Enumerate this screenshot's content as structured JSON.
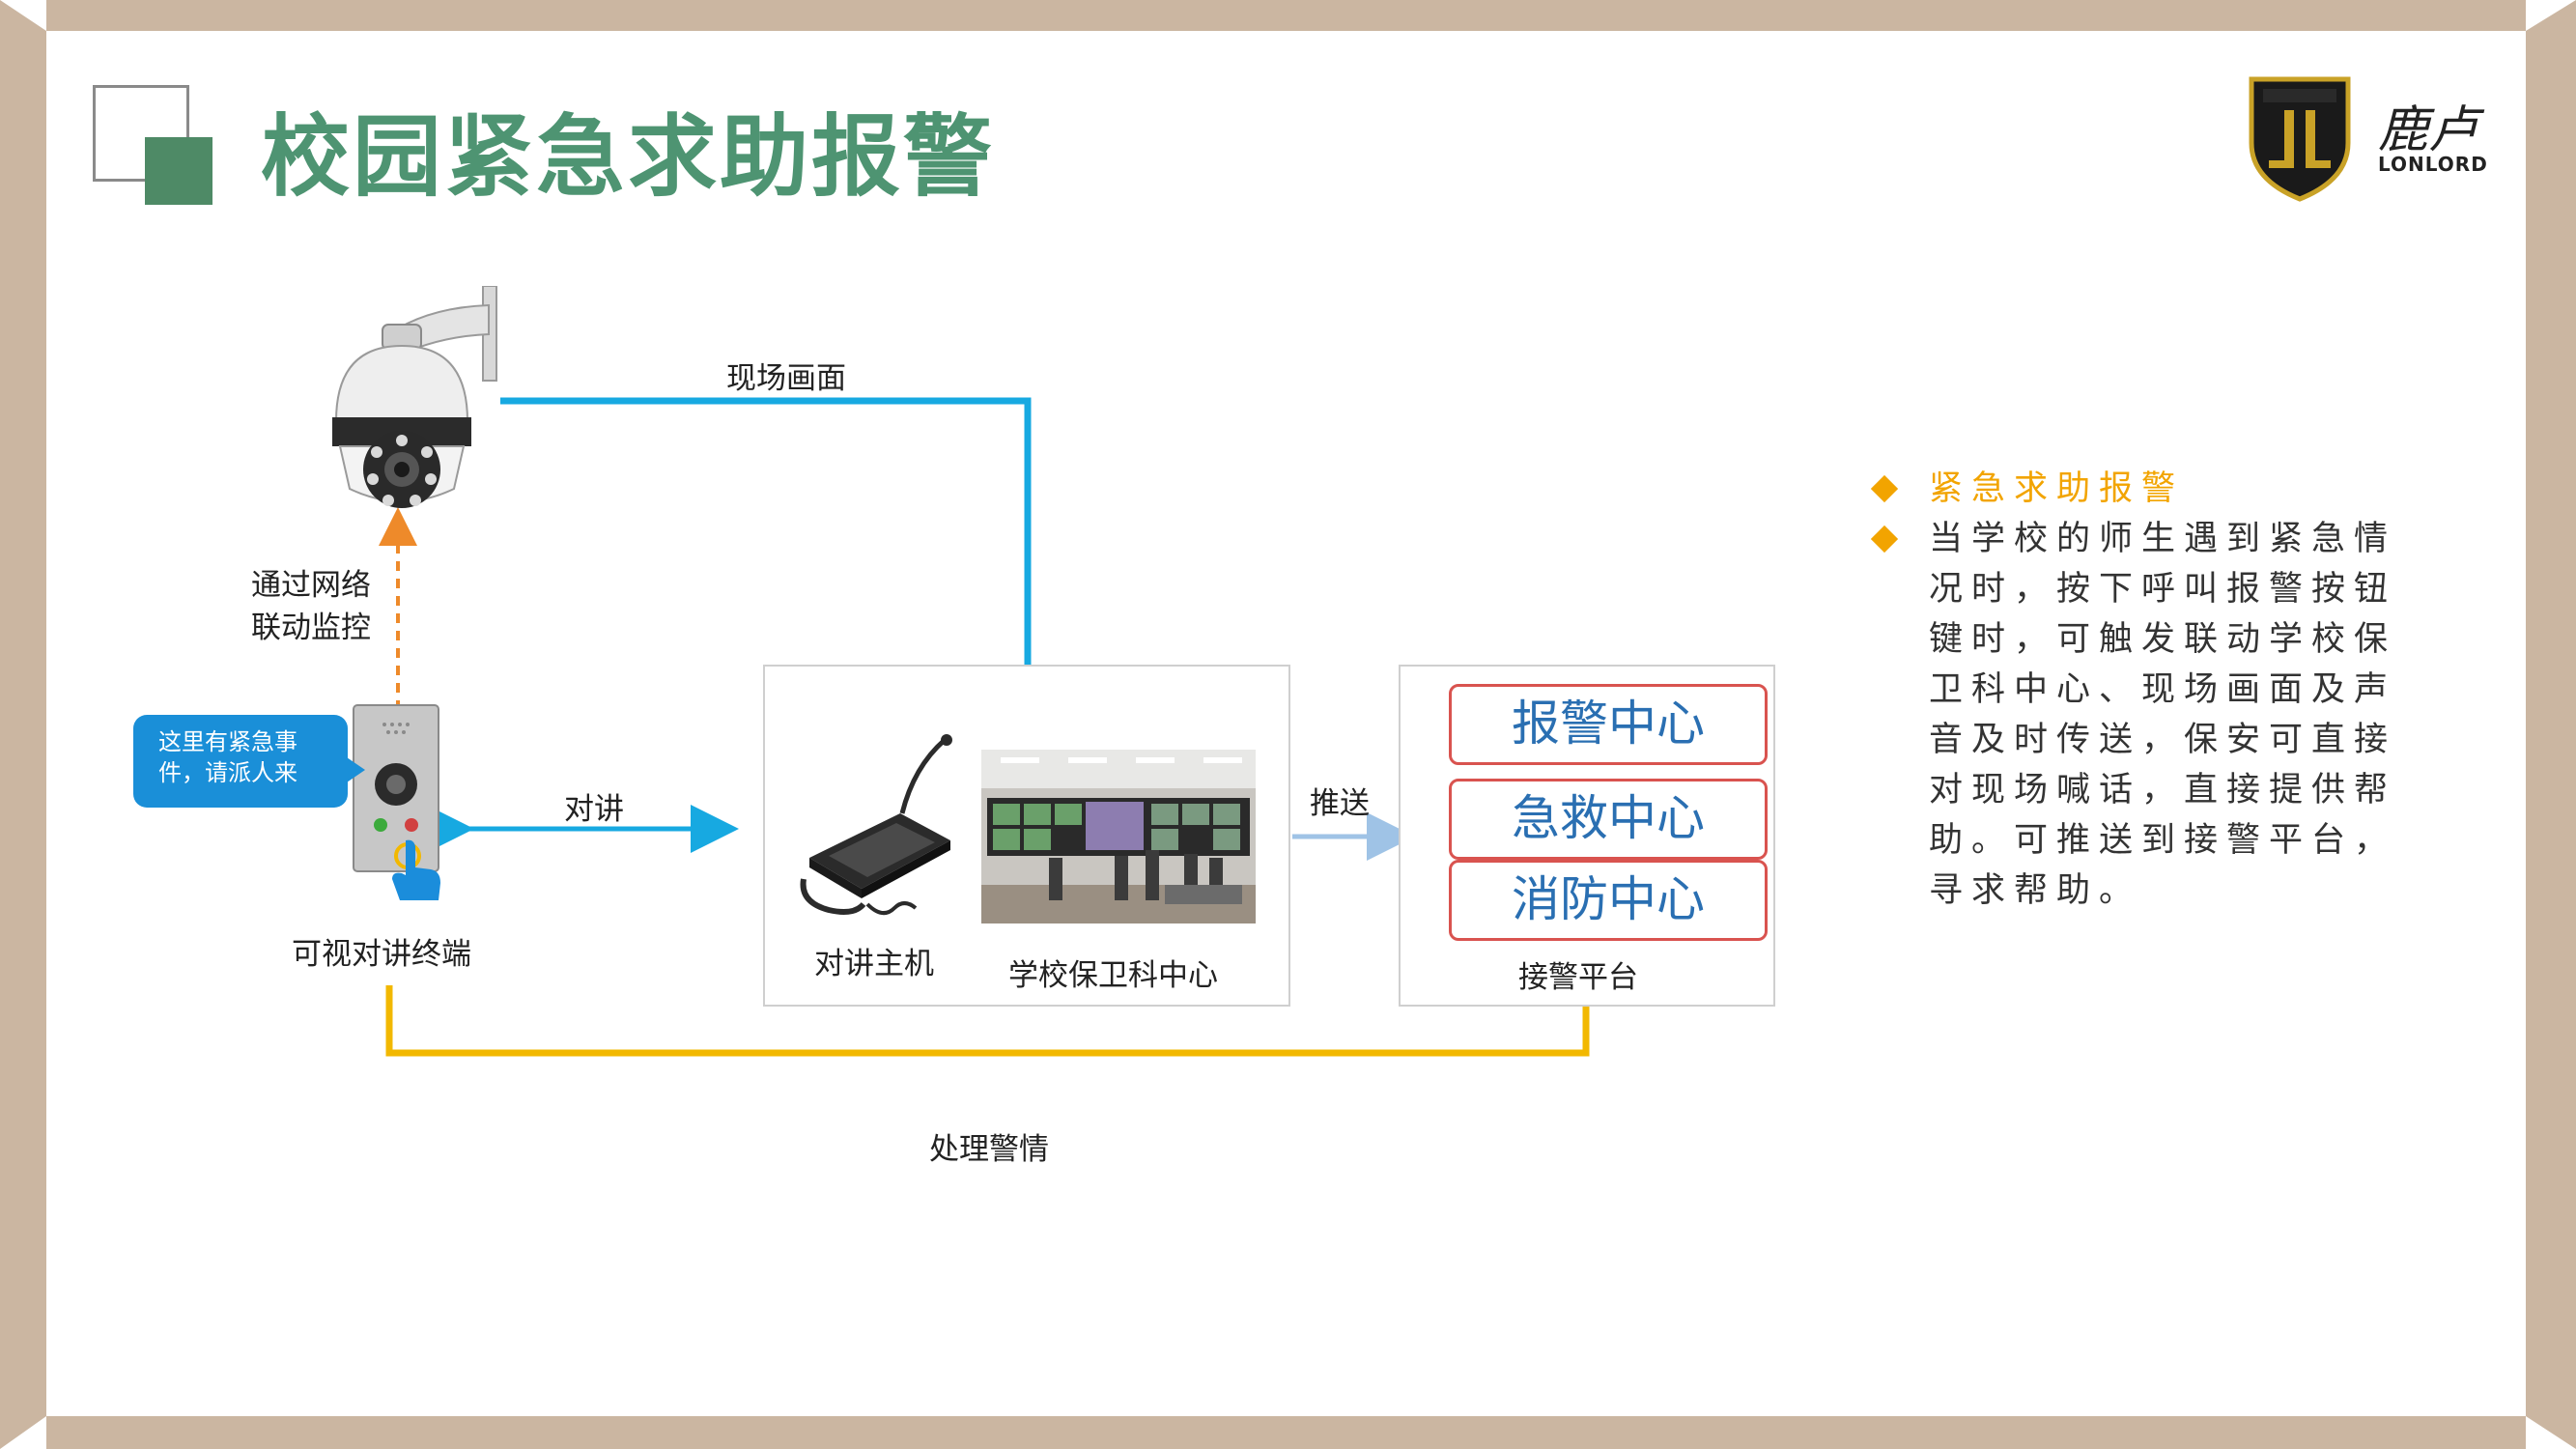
{
  "title": "校园紧急求助报警",
  "logo": {
    "name": "鹿卢",
    "sub": "LONLORD"
  },
  "diagram": {
    "label_scene": "现场画面",
    "label_network": "通过网络\n联动监控",
    "label_intercom": "对讲",
    "label_terminal": "可视对讲终端",
    "label_host": "对讲主机",
    "label_security": "学校保卫科中心",
    "label_push": "推送",
    "label_platform": "接警平台",
    "label_handle": "处理警情",
    "bubble": "这里有紧急事件，请派人来",
    "centers": [
      "报警中心",
      "急救中心",
      "消防中心"
    ]
  },
  "description": {
    "heading": "紧急求助报警",
    "body": "当学校的师生遇到紧急情况时，按下呼叫报警按钮键时，可触发联动学校保卫科中心、现场画面及声音及时传送，保安可直接对现场喊话，直接提供帮助。可推送到接警平台，寻求帮助。"
  },
  "colors": {
    "title": "#4e9472",
    "accent_blue": "#17a9e1",
    "accent_yellow": "#f2b800",
    "accent_orange": "#ee8a2a",
    "border": "#cbb6a1"
  },
  "icons": [
    "ptz-camera-icon",
    "intercom-terminal-icon",
    "hand-pointer-icon",
    "desk-microphone-icon",
    "control-room-photo",
    "logo-shield-icon"
  ]
}
